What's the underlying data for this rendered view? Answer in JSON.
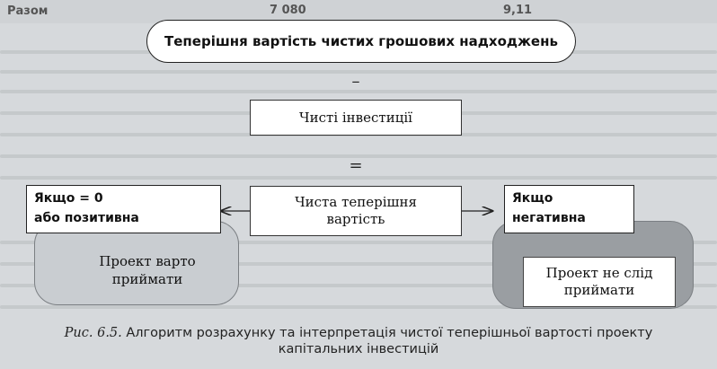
{
  "header": {
    "left_label": "Разом",
    "cell_1": "7 080",
    "cell_2": "9,11"
  },
  "diagram": {
    "title": "Теперішня вартість чистих грошових надходжень",
    "minus_sign": "–",
    "net_investment": "Чисті інвестиції",
    "equals_sign": "=",
    "npv_line1": "Чиста теперішня",
    "npv_line2": "вартість",
    "left_condition_line1": "Якщо = 0",
    "left_condition_line2": "або позитивна",
    "left_result_line1": "Проект варто",
    "left_result_line2": "приймати",
    "right_condition_line1": "Якщо",
    "right_condition_line2": "негативна",
    "right_result_line1": "Проект не слід",
    "right_result_line2": "приймати"
  },
  "caption": {
    "figure_label": "Рис. 6.5.",
    "line1": " Алгоритм розрахунку та інтерпретація чистої теперішньої вартості проекту",
    "line2": "капітальних інвестицій"
  },
  "colors": {
    "background": "#d6d9dc",
    "box_fill": "#ffffff",
    "left_shadow": "#c9cdd1",
    "right_shadow": "#9a9ea2",
    "stroke": "#222222"
  }
}
